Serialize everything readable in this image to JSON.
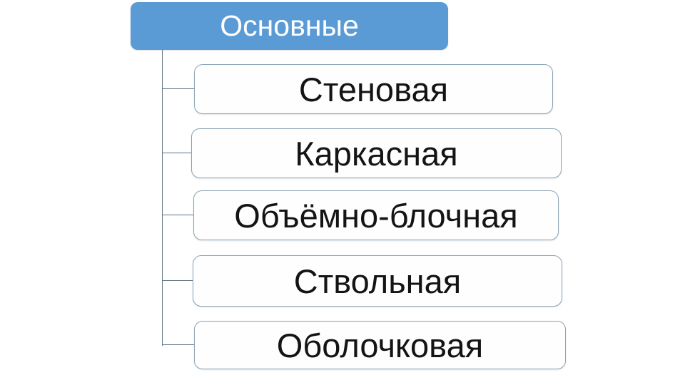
{
  "diagram": {
    "type": "hierarchy",
    "root": {
      "label": "Основные"
    },
    "children": [
      {
        "label": "Стеновая"
      },
      {
        "label": "Каркасная"
      },
      {
        "label": "Объёмно-блочная"
      },
      {
        "label": "Ствольная"
      },
      {
        "label": "Оболочковая"
      }
    ],
    "colors": {
      "root_fill": "#5b9bd5",
      "root_text": "#ffffff",
      "child_fill": "#fefefe",
      "child_border": "#8ca4b5",
      "child_text": "#141414",
      "connector": "#5f7482",
      "background": "#ffffff"
    }
  }
}
